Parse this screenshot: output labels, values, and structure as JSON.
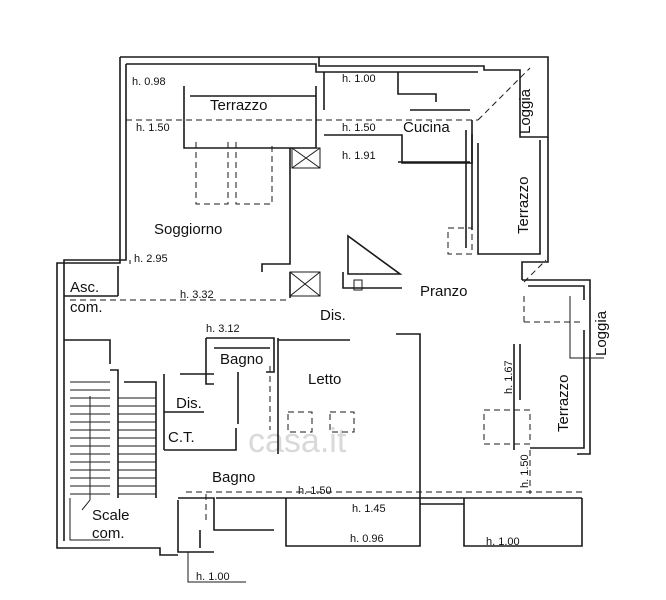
{
  "rooms": {
    "terrazzo_top": "Terrazzo",
    "cucina": "Cucina",
    "loggia_top": "Loggia",
    "terrazzo_right_top": "Terrazzo",
    "soggiorno": "Soggiorno",
    "pranzo": "Pranzo",
    "asc_line1": "Asc.",
    "asc_line2": "com.",
    "dis_center": "Dis.",
    "loggia_right": "Loggia",
    "bagno_1": "Bagno",
    "letto": "Letto",
    "terrazzo_right_bottom": "Terrazzo",
    "dis_small": "Dis.",
    "ct": "C.T.",
    "bagno_2": "Bagno",
    "scale_line1": "Scale",
    "scale_line2": "com."
  },
  "heights": {
    "h098": "h. 0.98",
    "h100_top": "h. 1.00",
    "h150_left": "h. 1.50",
    "h150_kitchen": "h. 1.50",
    "h191": "h. 1.91",
    "h295": "h. 2.95",
    "h332": "h. 3.32",
    "h312": "h. 3.12",
    "h167": "h. 1.67",
    "h150_right": "h. 1.50",
    "h150_bottom": "h. 1.50",
    "h145": "h. 1.45",
    "h096": "h. 0.96",
    "h100_right": "h. 1.00",
    "h100_bottom": "h. 1.00"
  },
  "watermark": "casa.it"
}
